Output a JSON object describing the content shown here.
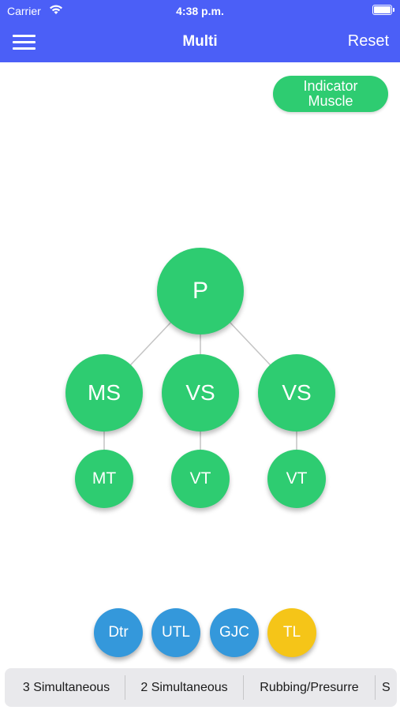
{
  "status_bar": {
    "carrier": "Carrier",
    "time": "4:38 p.m."
  },
  "nav": {
    "title": "Multi",
    "reset": "Reset",
    "menu_icon": "hamburger-menu-icon"
  },
  "indicator_button": {
    "line1": "Indicator",
    "line2": "Muscle"
  },
  "tree": {
    "root": "P",
    "middle": [
      "MS",
      "VS",
      "VS"
    ],
    "bottom": [
      "MT",
      "VT",
      "VT"
    ]
  },
  "chips": [
    {
      "label": "Dtr",
      "color": "#3498db"
    },
    {
      "label": "UTL",
      "color": "#3498db"
    },
    {
      "label": "GJC",
      "color": "#3498db"
    },
    {
      "label": "TL",
      "color": "#f5c518"
    }
  ],
  "tabs": [
    "3 Simultaneous",
    "2 Simultaneous",
    "Rubbing/Presurre",
    "S"
  ],
  "colors": {
    "nav": "#4b5ff7",
    "node": "#2ecc71",
    "chip_blue": "#3498db",
    "chip_yellow": "#f5c518"
  }
}
